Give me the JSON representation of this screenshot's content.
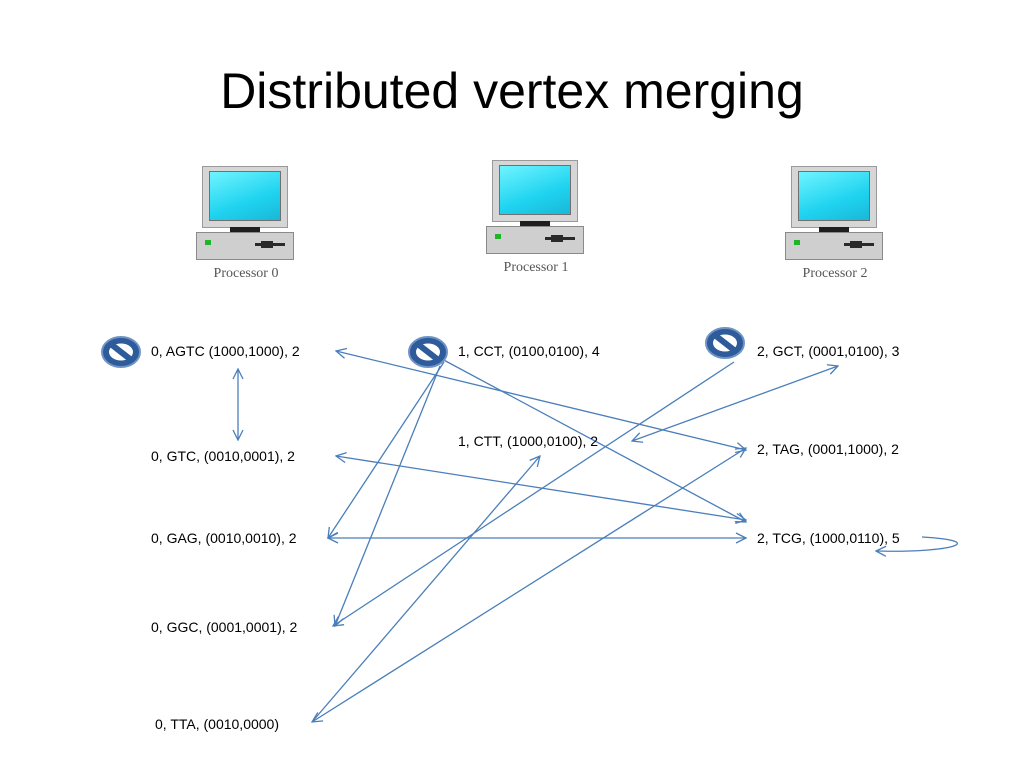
{
  "slide": {
    "title": "Distributed vertex merging"
  },
  "processors": [
    {
      "label": "Processor 0"
    },
    {
      "label": "Processor 1"
    },
    {
      "label": "Processor 2"
    }
  ],
  "nodes": {
    "p0_agtc": "0, AGTC  (1000,1000), 2",
    "p0_gtc": "0, GTC,  (0010,0001), 2",
    "p0_gag": "0, GAG,  (0010,0010), 2",
    "p0_ggc": "0, GGC,  (0001,0001), 2",
    "p0_tta": "0, TTA,  (0010,0000)",
    "p1_cct": "1, CCT,  (0100,0100), 4",
    "p1_ctt": "1, CTT,  (1000,0100), 2",
    "p2_gct": "2, GCT,  (0001,0100), 3",
    "p2_tag": "2, TAG,  (0001,1000), 2",
    "p2_tcg": "2, TCG,  (1000,0110), 5"
  },
  "colors": {
    "arrow": "#4a7ebb",
    "forbid_fill": "#2e5b9a",
    "forbid_stroke": "#6f93c6"
  },
  "icons": {
    "forbid": "no-entry-icon",
    "computer": "computer-icon"
  }
}
